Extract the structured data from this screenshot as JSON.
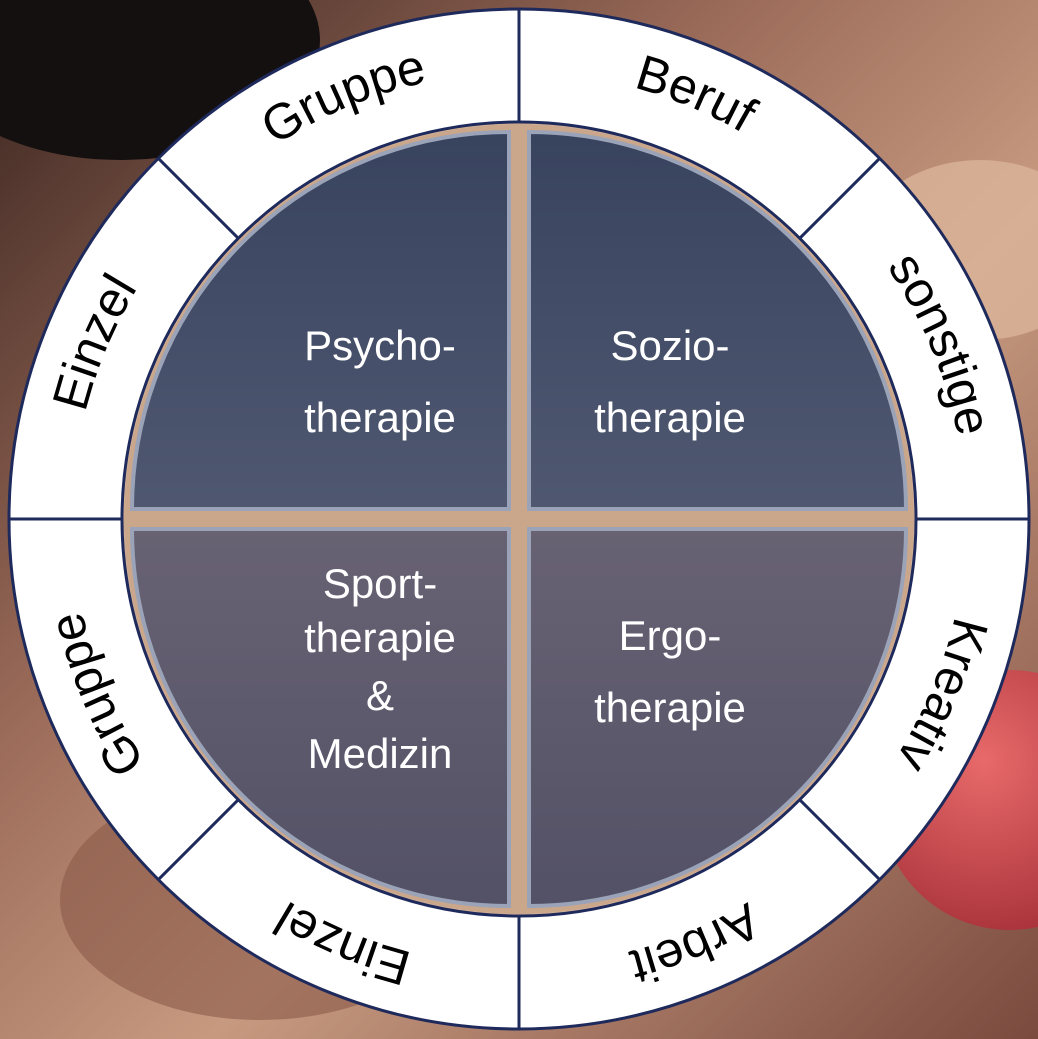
{
  "colors": {
    "ring_fill": "#ffffff",
    "ring_stroke": "#1f2a5c",
    "quadrant_top": "#2e3d5e",
    "quadrant_bottom": "#4a4e6a",
    "quadrant_edge": "#9aa3b8",
    "text_light": "#ffffff",
    "text_dark": "#000000"
  },
  "ring": {
    "top_left_outer": "Gruppe",
    "top_left_inner": "Einzel",
    "top_right_outer": "Beruf",
    "top_right_inner": "sonstige",
    "bottom_right_inner": "Kreativ",
    "bottom_right_outer": "Arbeit",
    "bottom_left_outer": "Einzel",
    "bottom_left_inner": "Gruppe"
  },
  "quadrants": {
    "top_left": [
      "Psycho-",
      "therapie"
    ],
    "top_right": [
      "Sozio-",
      "therapie"
    ],
    "bottom_left": [
      "Sport-",
      "therapie",
      "&",
      "Medizin"
    ],
    "bottom_right": [
      "Ergo-",
      "therapie"
    ]
  }
}
